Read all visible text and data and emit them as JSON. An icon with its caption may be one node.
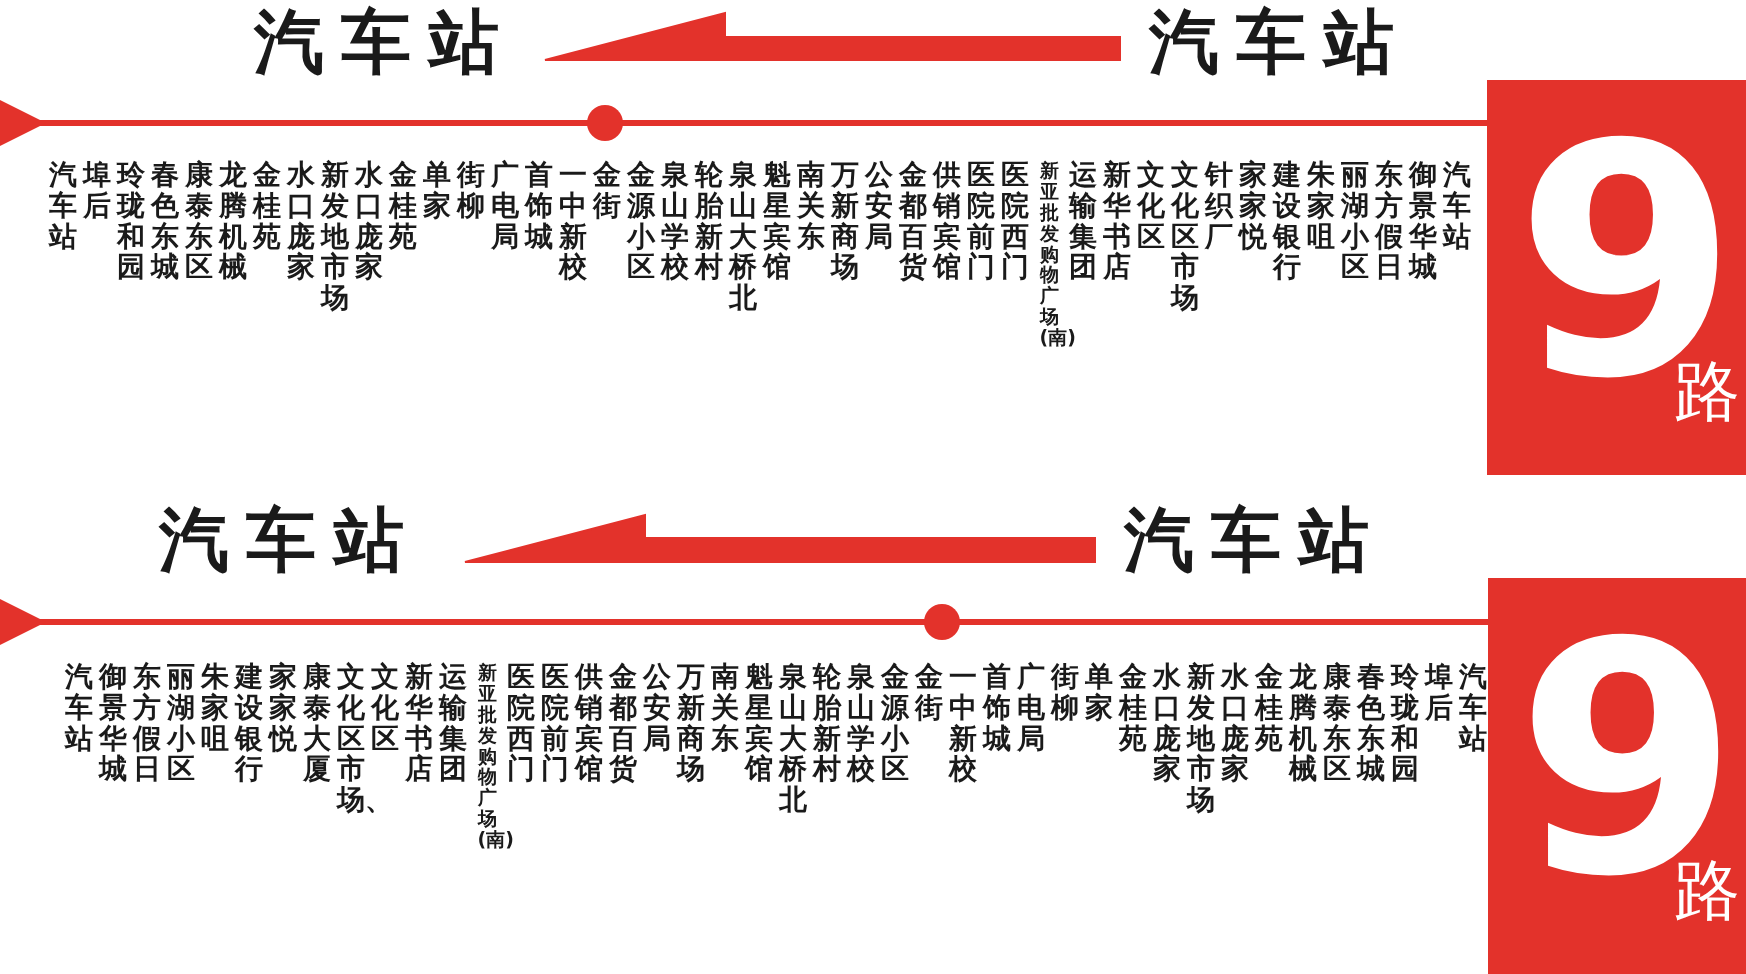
{
  "diagram": {
    "nodes": [
      {
        "text": [
          "汽车站"
        ]
      },
      {
        "text": [
          "汽车站"
        ]
      },
      {
        "text": [
          "9",
          "路"
        ]
      },
      {
        "text": [
          "汽车站"
        ]
      },
      {
        "text": [
          "汽车站"
        ]
      },
      {
        "text": [
          "9",
          "路"
        ]
      }
    ],
    "edges": [
      {
        "from": 1,
        "to": 0,
        "arrow": "to",
        "style": "thick",
        "color": "#e3322b"
      },
      {
        "from": 4,
        "to": 3,
        "arrow": "to",
        "style": "thick",
        "color": "#e3322b"
      }
    ],
    "labels": [
      "汽车站",
      "埠后",
      "玲珑和园",
      "春色东城",
      "康泰东区",
      "龙腾机械",
      "金桂苑",
      "水口庞家",
      "新发地市场",
      "水口庞家",
      "金桂苑",
      "单家",
      "街柳",
      "广电局",
      "首饰城",
      "一中新校",
      "金街",
      "金源小区",
      "泉山学校",
      "轮胎新村",
      "泉山大桥北",
      "魁星宾馆",
      "南关东",
      "万新商场",
      "公安局",
      "金都百货",
      "供销宾馆",
      "医院前门",
      "医院西门",
      "新亚批发购物广场(南)",
      "运输集团",
      "新华书店",
      "文化区",
      "文化区市场",
      "针织厂",
      "家家悦",
      "建设银行",
      "朱家咀",
      "丽湖小区",
      "东方假日",
      "御景华城",
      "汽车站",
      "汽车站",
      "御景华城",
      "东方假日",
      "丽湖小区",
      "朱家咀",
      "建设银行",
      "家家悦",
      "康泰大厦",
      "文化区市场、",
      "文化区",
      "新华书店",
      "运输集团",
      "新亚批发购物广场(南)",
      "医院西门",
      "医院前门",
      "供销宾馆",
      "金都百货",
      "公安局",
      "万新商场",
      "南关东",
      "魁星宾馆",
      "泉山大桥北",
      "轮胎新村",
      "泉山学校",
      "金源小区",
      "金街",
      "一中新校",
      "首饰城",
      "广电局",
      "街柳",
      "单家",
      "金桂苑",
      "水口庞家",
      "新发地市场",
      "水口庞家",
      "金桂苑",
      "龙腾机械",
      "康泰东区",
      "春色东城",
      "玲珑和园",
      "埠后",
      "汽车站"
    ]
  }
}
